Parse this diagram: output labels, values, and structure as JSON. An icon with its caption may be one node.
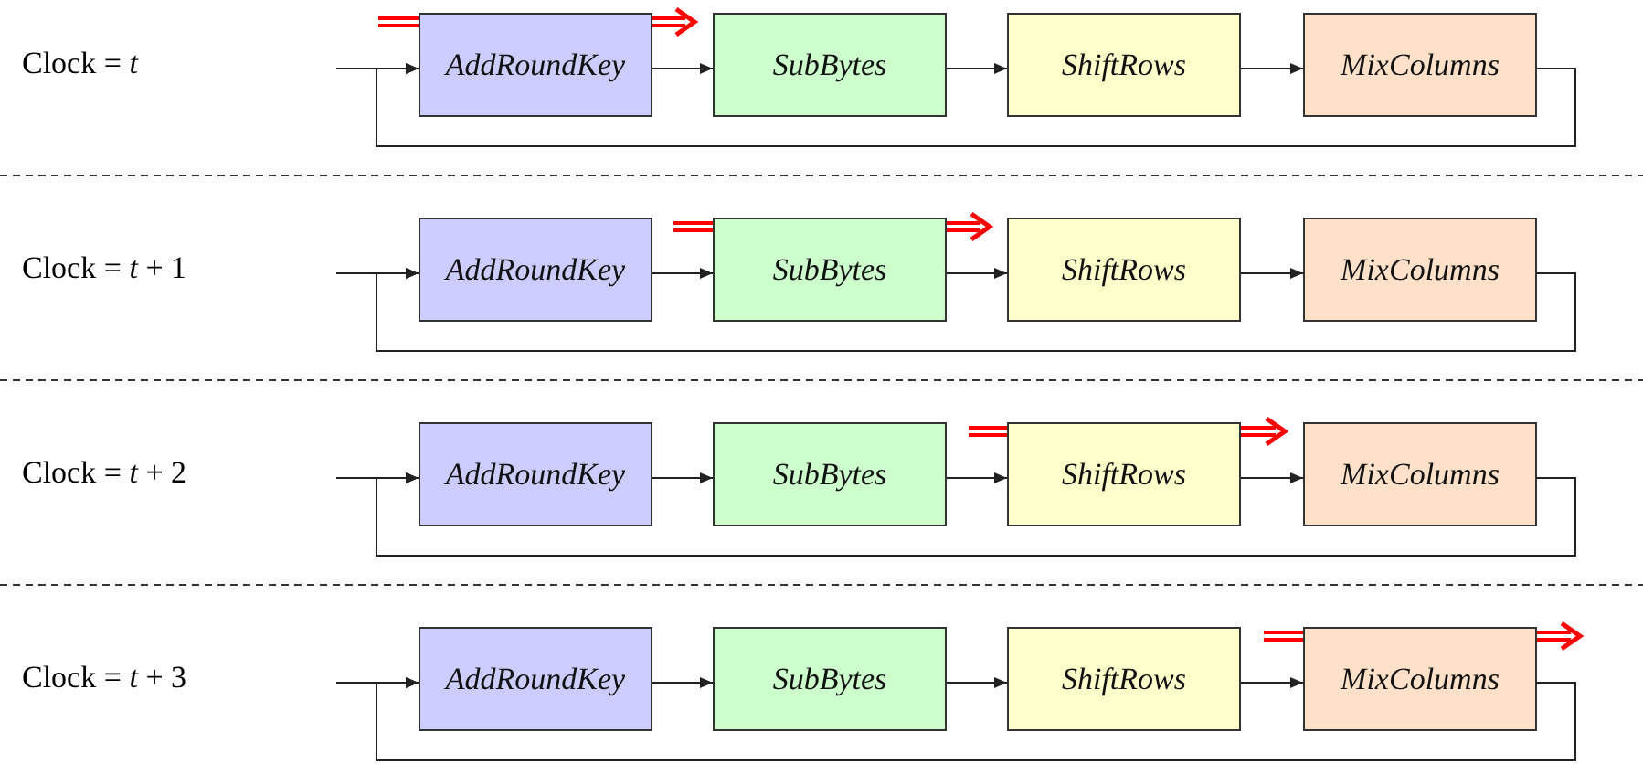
{
  "diagram": {
    "nodes": [
      {
        "text": [
          "AddRoundKey"
        ]
      },
      {
        "text": [
          "SubBytes"
        ]
      },
      {
        "text": [
          "ShiftRows"
        ]
      },
      {
        "text": [
          "MixColumns"
        ]
      },
      {
        "text": [
          "AddRoundKey"
        ]
      },
      {
        "text": [
          "SubBytes"
        ]
      },
      {
        "text": [
          "ShiftRows"
        ]
      },
      {
        "text": [
          "MixColumns"
        ]
      },
      {
        "text": [
          "AddRoundKey"
        ]
      },
      {
        "text": [
          "SubBytes"
        ]
      },
      {
        "text": [
          "ShiftRows"
        ]
      },
      {
        "text": [
          "MixColumns"
        ]
      },
      {
        "text": [
          "AddRoundKey"
        ]
      },
      {
        "text": [
          "SubBytes"
        ]
      },
      {
        "text": [
          "ShiftRows"
        ]
      },
      {
        "text": [
          "MixColumns"
        ]
      }
    ],
    "edges": [
      {
        "from": null,
        "to": 0,
        "arrow": "to"
      },
      {
        "from": 0,
        "to": 1,
        "arrow": "to"
      },
      {
        "from": 1,
        "to": 2,
        "arrow": "to"
      },
      {
        "from": 2,
        "to": 3,
        "arrow": "to"
      },
      {
        "from": 3,
        "to": 0,
        "arrow": "to"
      },
      {
        "from": null,
        "to": 4,
        "arrow": "to"
      },
      {
        "from": 4,
        "to": 5,
        "arrow": "to"
      },
      {
        "from": 5,
        "to": 6,
        "arrow": "to"
      },
      {
        "from": 6,
        "to": 7,
        "arrow": "to"
      },
      {
        "from": 7,
        "to": 4,
        "arrow": "to"
      },
      {
        "from": null,
        "to": 8,
        "arrow": "to"
      },
      {
        "from": 8,
        "to": 9,
        "arrow": "to"
      },
      {
        "from": 9,
        "to": 10,
        "arrow": "to"
      },
      {
        "from": 10,
        "to": 11,
        "arrow": "to"
      },
      {
        "from": 11,
        "to": 8,
        "arrow": "to"
      },
      {
        "from": null,
        "to": 12,
        "arrow": "to"
      },
      {
        "from": 12,
        "to": 13,
        "arrow": "to"
      },
      {
        "from": 13,
        "to": 14,
        "arrow": "to"
      },
      {
        "from": 14,
        "to": 15,
        "arrow": "to"
      },
      {
        "from": 15,
        "to": 12,
        "arrow": "to"
      }
    ],
    "labels": [
      "Clock = *t*",
      "Clock = *t* + 1",
      "Clock = *t* + 2",
      "Clock = *t* + 3"
    ]
  }
}
